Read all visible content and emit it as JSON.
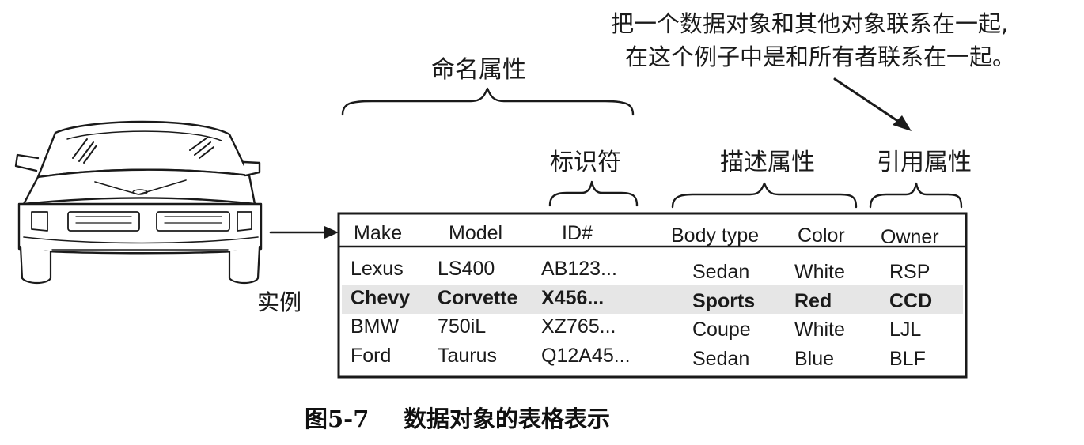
{
  "annotations": {
    "named_attributes": "命名属性",
    "identifier": "标识符",
    "descriptive_attributes": "描述属性",
    "referential_attributes": "引用属性",
    "relationship_note_line1": "把一个数据对象和其他对象联系在一起,",
    "relationship_note_line2": "在这个例子中是和所有者联系在一起。",
    "instance": "实例"
  },
  "table": {
    "headers": [
      "Make",
      "Model",
      "ID#",
      "Body type",
      "Color",
      "Owner"
    ],
    "rows": [
      [
        "Lexus",
        "LS400",
        "AB123...",
        "Sedan",
        "White",
        "RSP"
      ],
      [
        "Chevy",
        "Corvette",
        "X456...",
        "Sports",
        "Red",
        "CCD"
      ],
      [
        "BMW",
        "750iL",
        "XZ765...",
        "Coupe",
        "White",
        "LJL"
      ],
      [
        "Ford",
        "Taurus",
        "Q12A45...",
        "Sedan",
        "Blue",
        "BLF"
      ]
    ]
  },
  "caption": {
    "number": "图5-7",
    "title": "数据对象的表格表示"
  },
  "illustration": {
    "car_icon": "car-front-icon"
  },
  "colors": {
    "ink": "#1a1a1a",
    "highlight_row": "#e6e6e6"
  }
}
